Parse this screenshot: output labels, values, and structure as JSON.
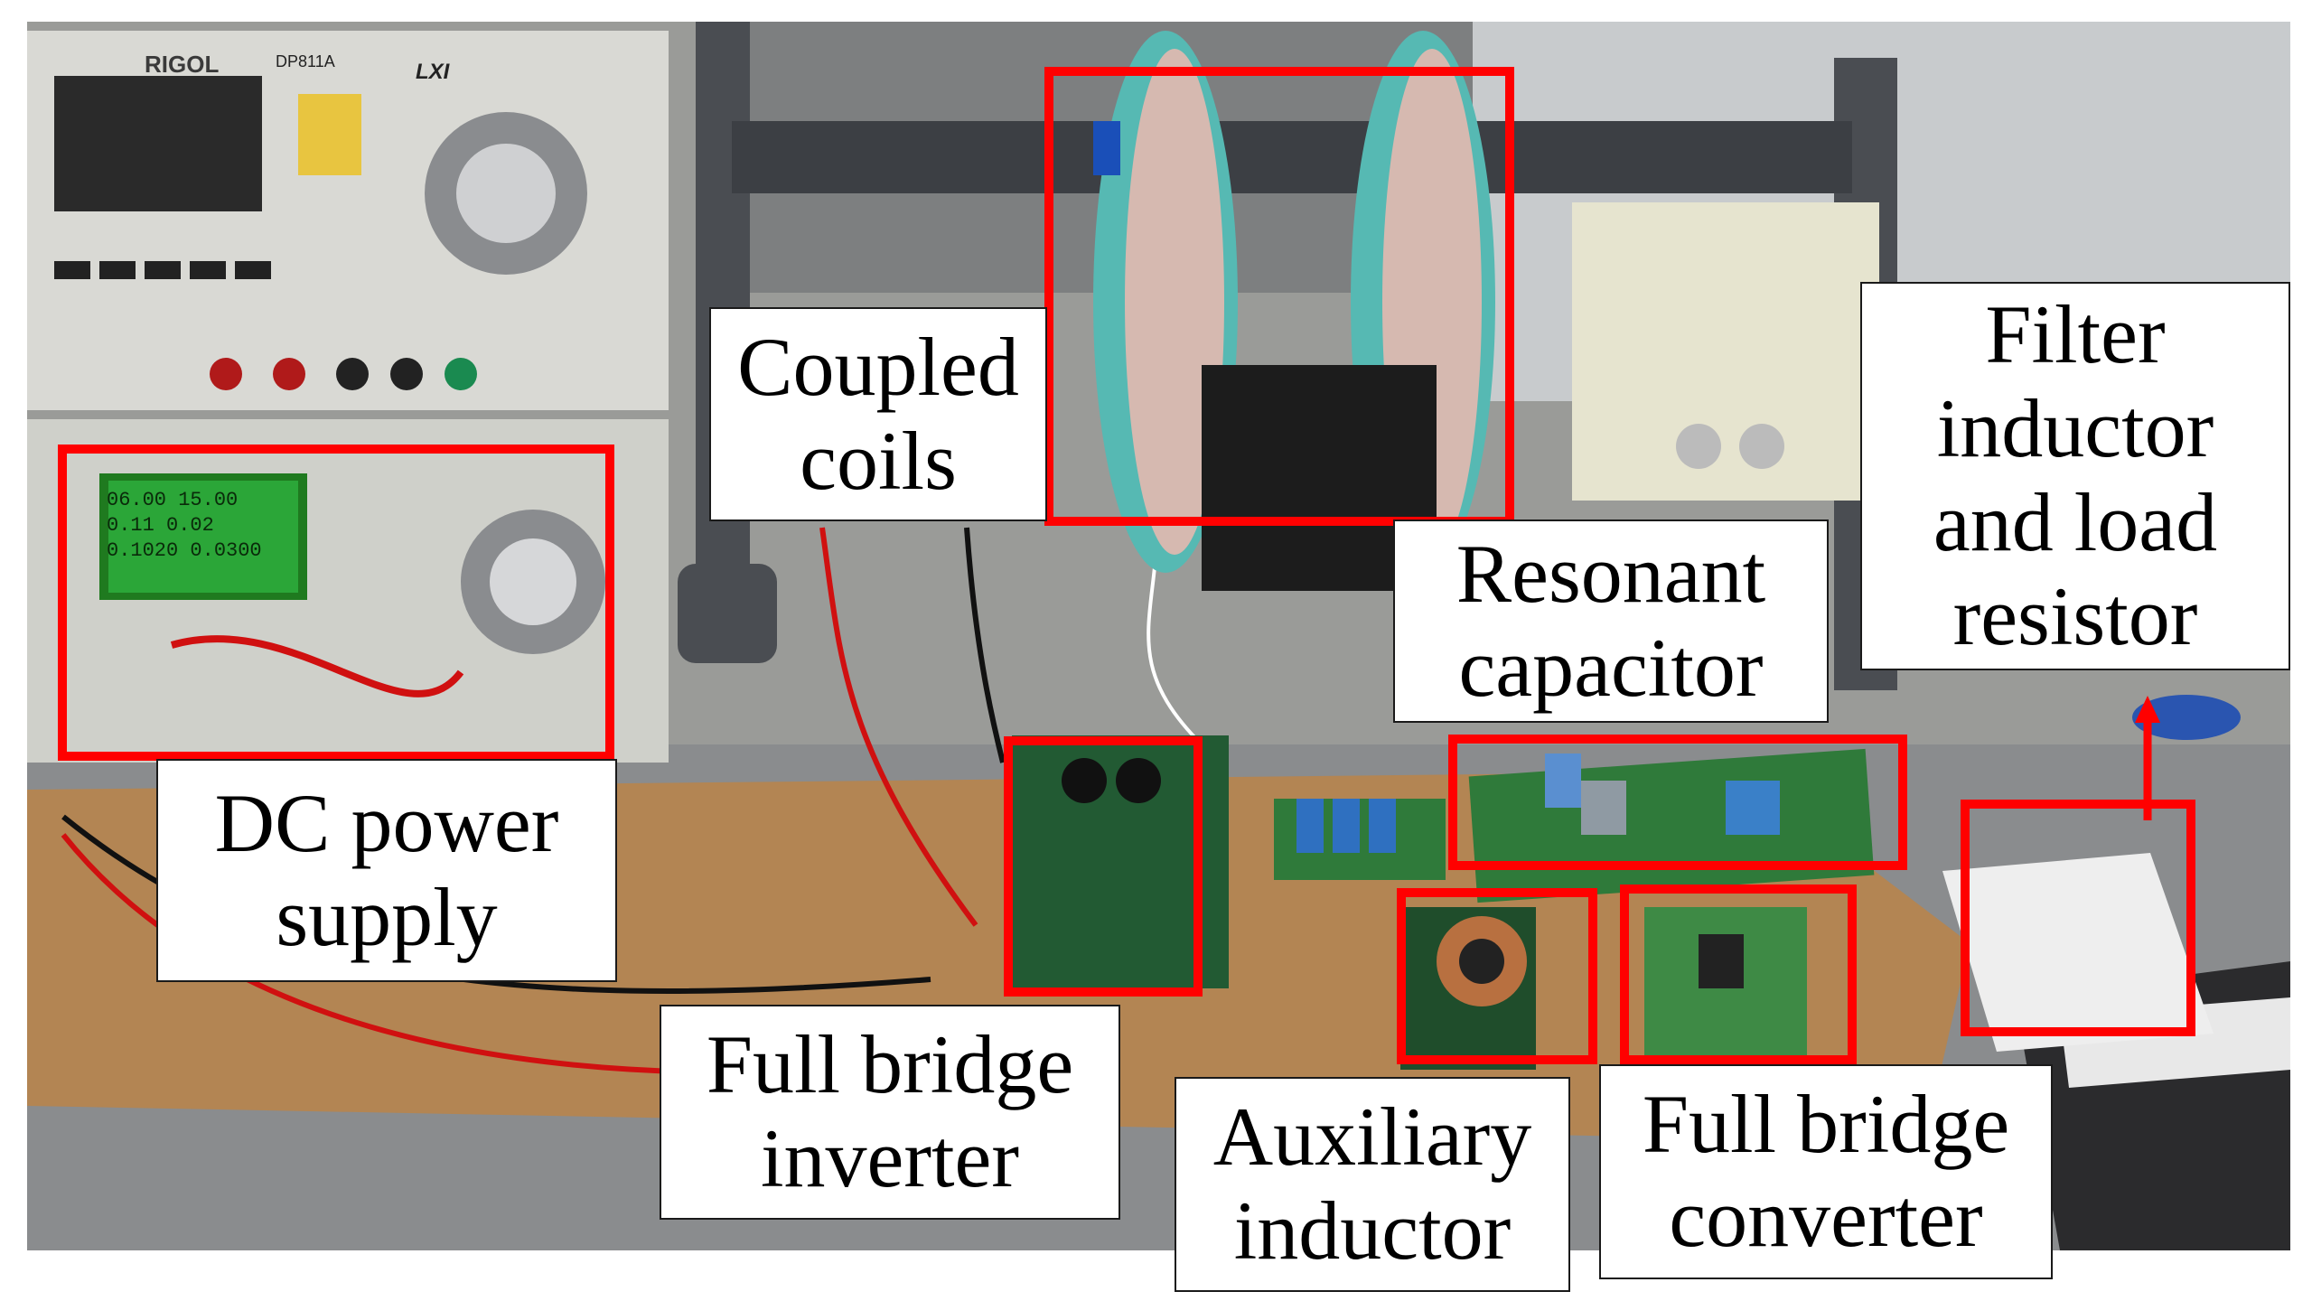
{
  "figure": {
    "description_alt": "",
    "highlight_color": "#ff0000",
    "labels": {
      "dc_power_supply": [
        "DC power",
        "supply"
      ],
      "coupled_coils": [
        "Coupled",
        "coils"
      ],
      "resonant_capacitor": [
        "Resonant",
        "capacitor"
      ],
      "filter_inductor": [
        "Filter",
        "inductor",
        "and load",
        "resistor"
      ],
      "full_bridge_inverter": [
        "Full bridge",
        "inverter"
      ],
      "auxiliary_inductor": [
        "Auxiliary",
        "inductor"
      ],
      "full_bridge_converter": [
        "Full bridge",
        "converter"
      ]
    },
    "instrument_text": {
      "brand": "RIGOL",
      "model": "DP811A",
      "lxi": "LXI",
      "readout": [
        "06.00",
        "15.00",
        "0.11",
        "0.02",
        "0.1020",
        "0.0300"
      ]
    }
  }
}
